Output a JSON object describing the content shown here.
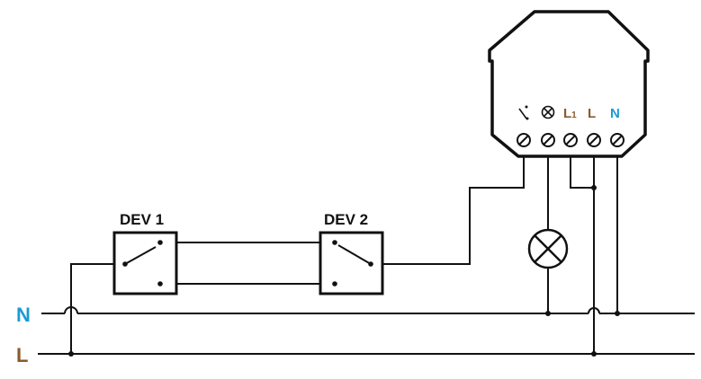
{
  "rails": {
    "n_label": "N",
    "l_label": "L"
  },
  "devices": [
    {
      "label": "DEV 1"
    },
    {
      "label": "DEV 2"
    }
  ],
  "module": {
    "terminals": [
      "L1",
      "L",
      "N"
    ],
    "icons": [
      "switch-input-icon",
      "lamp-output-icon"
    ]
  },
  "colors": {
    "neutral": "#1a9ad6",
    "live": "#8b5a2b",
    "line": "#111111"
  }
}
